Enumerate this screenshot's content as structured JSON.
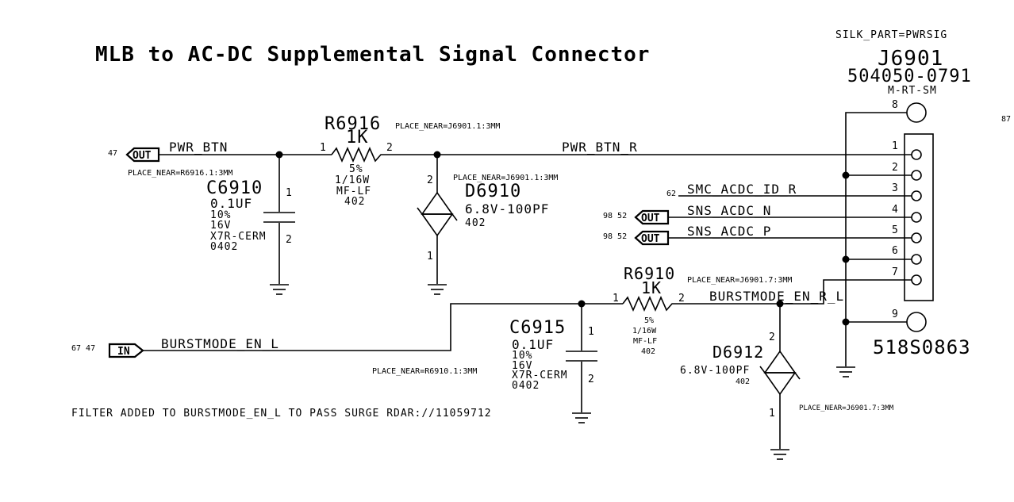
{
  "title": "MLB to AC-DC Supplemental Signal Connector",
  "note": "FILTER ADDED TO BURSTMODE_EN_L TO PASS SURGE  RDAR://11059712",
  "connector": {
    "silk": "SILK_PART=PWRSIG",
    "ref": "J6901",
    "part": "504050-0791",
    "type": "M-RT-SM",
    "bottom_part": "518S0863",
    "right_page": "87",
    "pins": [
      "1",
      "2",
      "3",
      "4",
      "5",
      "6",
      "7",
      "8",
      "9"
    ]
  },
  "nets": {
    "pwr_btn": "PWR_BTN",
    "pwr_btn_r": "PWR_BTN_R",
    "smc_acdc_id_r": "SMC_ACDC_ID_R",
    "sns_acdc_n": "SNS_ACDC_N",
    "sns_acdc_p": "SNS_ACDC_P",
    "burstmode_en_l": "BURSTMODE_EN_L",
    "burstmode_en_r_l": "BURSTMODE_EN_R_L"
  },
  "ports": {
    "out_label": "OUT",
    "in_label": "IN",
    "pwr_btn_page": "47",
    "smc_page": "62",
    "sns_n_pages": "98 52",
    "sns_p_pages": "98 52",
    "burst_pages": "67 47"
  },
  "r6916": {
    "ref": "R6916",
    "value": "1K",
    "tol": "5%",
    "power": "1/16W",
    "type": "MF-LF",
    "size": "402",
    "place": "PLACE_NEAR=J6901.1:3MM",
    "pin1": "1",
    "pin2": "2"
  },
  "c6910": {
    "ref": "C6910",
    "value": "0.1UF",
    "tol": "10%",
    "volt": "16V",
    "type": "X7R-CERM",
    "size": "0402",
    "place": "PLACE_NEAR=R6916.1:3MM",
    "pin1": "1",
    "pin2": "2"
  },
  "d6910": {
    "ref": "D6910",
    "value": "6.8V-100PF",
    "size": "402",
    "place": "PLACE_NEAR=J6901.1:3MM",
    "pin1": "1",
    "pin2": "2"
  },
  "r6910": {
    "ref": "R6910",
    "value": "1K",
    "tol": "5%",
    "power": "1/16W",
    "type": "MF-LF",
    "size": "402",
    "place": "PLACE_NEAR=J6901.7:3MM",
    "pin1": "1",
    "pin2": "2"
  },
  "c6915": {
    "ref": "C6915",
    "value": "0.1UF",
    "tol": "10%",
    "volt": "16V",
    "type": "X7R-CERM",
    "size": "0402",
    "place": "PLACE_NEAR=R6910.1:3MM",
    "pin1": "1",
    "pin2": "2"
  },
  "d6912": {
    "ref": "D6912",
    "value": "6.8V-100PF",
    "size": "402",
    "place": "PLACE_NEAR=J6901.7:3MM",
    "pin1": "1",
    "pin2": "2"
  }
}
